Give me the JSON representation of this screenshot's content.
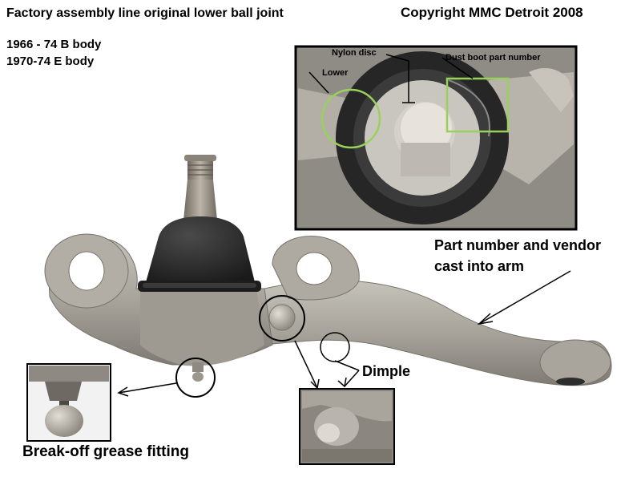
{
  "heading": {
    "title": "Factory assembly line original lower ball joint",
    "copyright": "Copyright MMC Detroit 2008",
    "body_line1": "1966 - 74 B body",
    "body_line2": "1970-74 E body"
  },
  "callouts": {
    "part_number_line1": "Part number and vendor",
    "part_number_line2": "cast into arm",
    "dimple": "Dimple",
    "grease_fitting": "Break-off grease fitting"
  },
  "inset_labels": {
    "nylon_disc": "Nylon disc",
    "dust_boot": "Dust boot part number",
    "lower": "Lower"
  },
  "colors": {
    "highlight_green": "#9ad15a",
    "casting_gray": "#a9a59d",
    "boot_black": "#232323"
  }
}
